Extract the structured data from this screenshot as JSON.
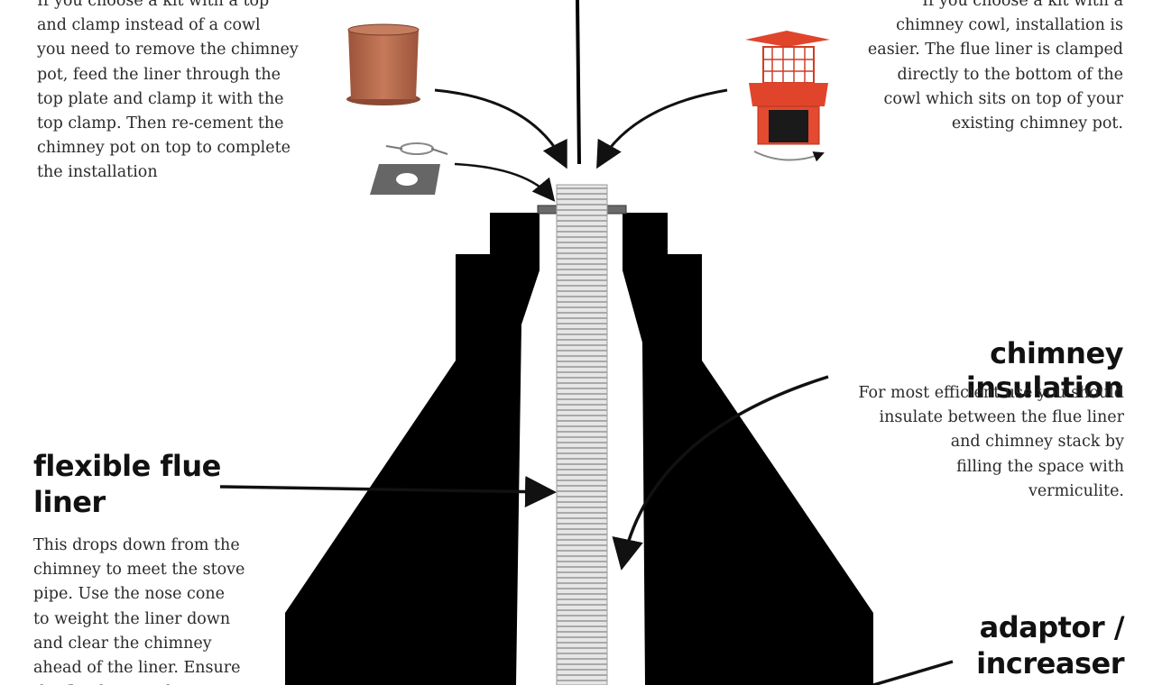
{
  "top_left_note": "If you choose a kit with a top\nand clamp instead of a cowl\nyou need to remove the chimney\npot, feed the liner through the\ntop plate and clamp it with the\ntop clamp.  Then re-cement the\nchimney pot on top to complete\nthe installation",
  "top_right_note": "If you choose a kit with a\nchimney cowl, installation is\neasier.  The flue liner is clamped\ndirectly to the bottom of the\ncowl which sits on top of your\nexisting chimney pot.",
  "insulation": {
    "heading": "chimney insulation",
    "body": "For most efficient use you should\ninsulate between the flue liner\nand chimney stack by\nfilling the space with\nvermiculite."
  },
  "flue_liner": {
    "heading": "flexible flue\nliner",
    "body": "This drops down from the\nchimney to meet the stove\npipe.  Use the nose cone\nto weight the liner down\nand clear the chimney\nahead of the liner.  Ensure\nthe flue liner is the"
  },
  "adaptor": {
    "heading": "adaptor /\nincreaser"
  },
  "colors": {
    "stack": "#000000",
    "pot": "#b86a4b",
    "cowl": "#e0452c",
    "liner": "#d9d9d9",
    "arrow": "#111111",
    "plate": "#5f5f5f"
  },
  "icons": [
    "chimney-pot-icon",
    "chimney-cowl-icon",
    "top-plate-clamp-icon"
  ]
}
